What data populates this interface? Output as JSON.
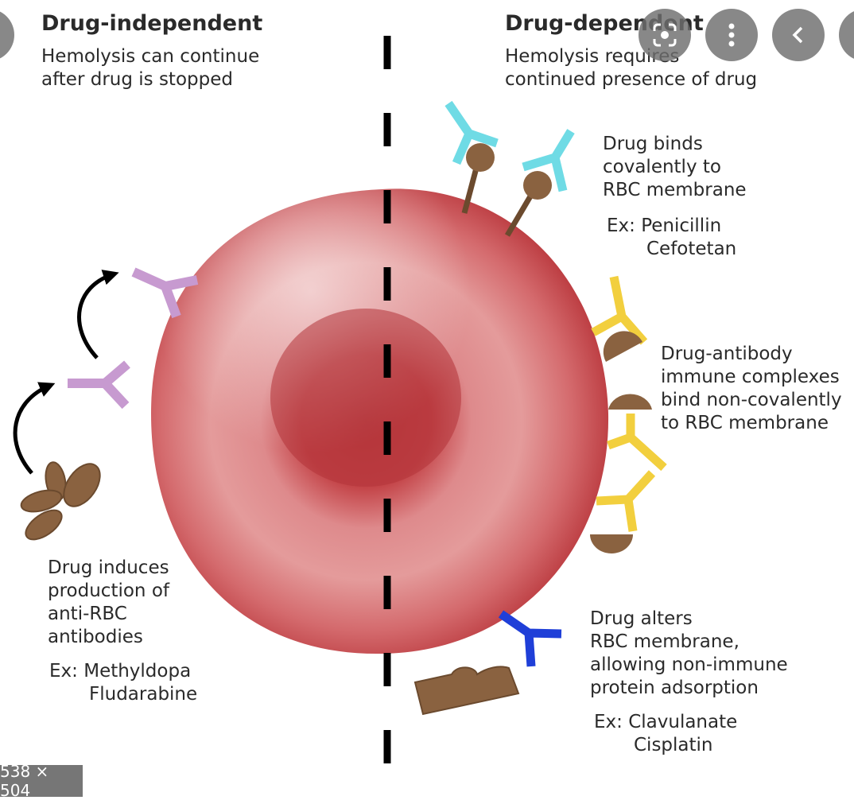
{
  "left": {
    "heading": "Drug-independent",
    "subtitle": [
      "Hemolysis can continue",
      "after drug is stopped"
    ],
    "mechanism": [
      "Drug induces",
      "production of",
      "anti-RBC",
      "antibodies"
    ],
    "examples": {
      "prefix": "Ex:",
      "items": [
        "Methyldopa",
        "Fludarabine"
      ]
    }
  },
  "right": {
    "heading": "Drug-dependent",
    "subtitle": [
      "Hemolysis requires",
      "continued presence of drug"
    ],
    "mechanisms": [
      {
        "lines": [
          "Drug binds",
          "covalently to",
          "RBC membrane"
        ],
        "examples": {
          "prefix": "Ex:",
          "items": [
            "Penicillin",
            "Cefotetan"
          ]
        }
      },
      {
        "lines": [
          "Drug-antibody",
          "immune complexes",
          "bind non-covalently",
          "to RBC membrane"
        ]
      },
      {
        "lines": [
          "Drug alters",
          "RBC membrane,",
          "allowing non-immune",
          "protein adsorption"
        ],
        "examples": {
          "prefix": "Ex:",
          "items": [
            "Clavulanate",
            "Cisplatin"
          ]
        }
      }
    ]
  },
  "overlay": {
    "buttons": [
      {
        "icon": "lens-search-icon"
      },
      {
        "icon": "more-vertical-icon"
      },
      {
        "icon": "chevron-left-icon"
      },
      {
        "icon": "close-partial-icon"
      },
      {
        "icon": "back-partial-icon"
      }
    ],
    "size_label": "538 × 504"
  },
  "colors": {
    "rbc": "#c9474d",
    "drug": "#8a6240",
    "antibody_left": "#c79ad0",
    "antibody_covalent": "#6fdbe5",
    "antibody_complex": "#f2cf3e",
    "antibody_nonimmune": "#1f3fd8"
  }
}
